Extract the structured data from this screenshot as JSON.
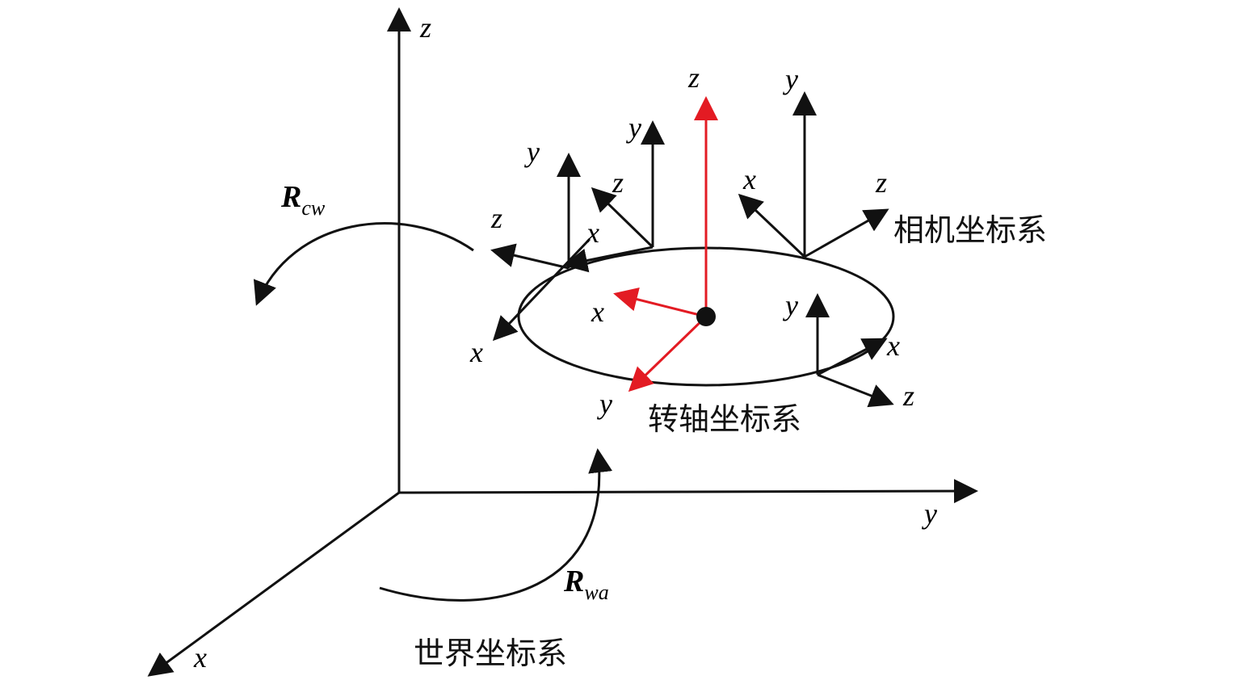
{
  "labels": {
    "world_frame": "世界坐标系",
    "axis_frame": "转轴坐标系",
    "camera_frame": "相机坐标系",
    "x": "x",
    "y": "y",
    "z": "z"
  },
  "rotations": {
    "cw": {
      "main": "R",
      "sub": "cw"
    },
    "wa": {
      "main": "R",
      "sub": "wa"
    }
  },
  "colors": {
    "axis_black": "#111111",
    "axis_red": "#e31b23"
  }
}
